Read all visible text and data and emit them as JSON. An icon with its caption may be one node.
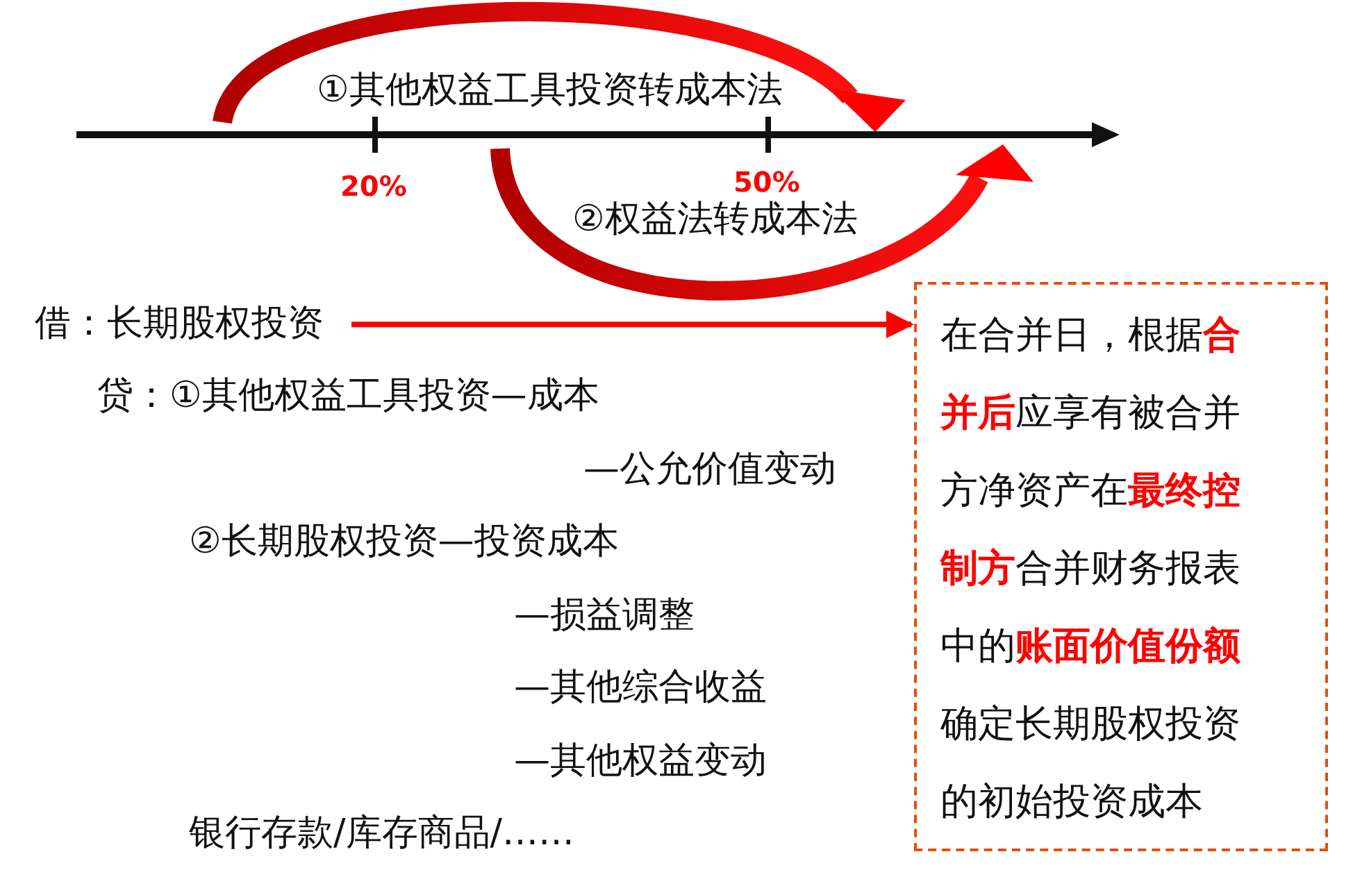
{
  "diagram": {
    "nodes": [
      {
        "text": [
          "借：长期股权投资"
        ]
      },
      {
        "text": [
          "在合并日，根据**合并后**应享有被合并方净资产在**最终控制方**合并财务报表中的**账面价值份额**确定长期股权投资的初始投资成本"
        ]
      }
    ],
    "edges": [
      {
        "from": 0,
        "to": 1,
        "arrow": "to",
        "color": "#ff0000"
      }
    ],
    "labels": [
      "①其他权益工具投资转成本法",
      "20%",
      "50%",
      "②权益法转成本法",
      "贷：①其他权益工具投资—成本",
      "—公允价值变动",
      "②长期股权投资—投资成本",
      "—损益调整",
      "—其他综合收益",
      "—其他权益变动",
      "银行存款/库存商品/……"
    ]
  }
}
